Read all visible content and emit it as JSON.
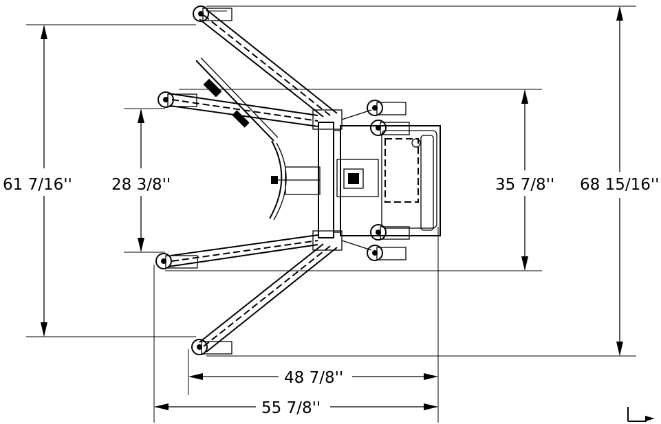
{
  "dimensions": {
    "height_outer": "68 15/16''",
    "height_inner": "61 7/16''",
    "width_rear_legs": "35 7/8''",
    "width_front_legs": "28 3/8''",
    "length_overall": "55 7/8''",
    "length_legs": "48 7/8''"
  },
  "colors": {
    "ink": "#000000",
    "background": "#ffffff"
  }
}
